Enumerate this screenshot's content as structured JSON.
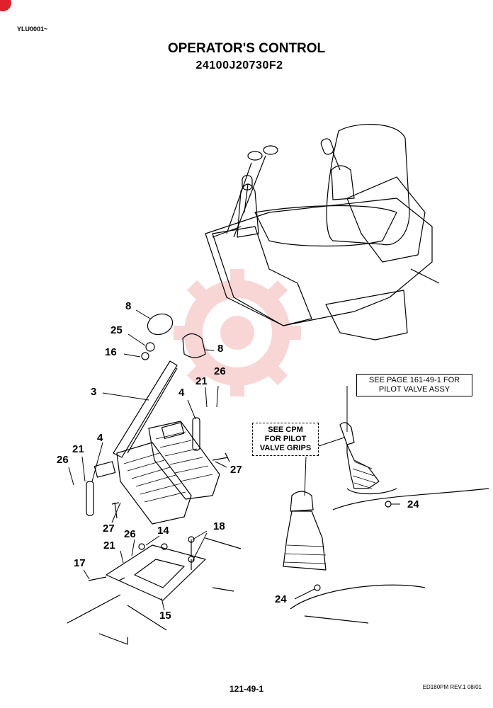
{
  "header": {
    "serial": "YLU0001~",
    "title": "OPERATOR'S CONTROL",
    "part_number": "24100J20730F2"
  },
  "notes": {
    "pilot_valve_assy": [
      "SEE PAGE 161-49-1 FOR",
      "PILOT VALVE ASSY"
    ],
    "pilot_valve_grips": [
      "SEE CPM",
      "FOR PILOT",
      "VALVE GRIPS"
    ]
  },
  "callouts": {
    "c8a": "8",
    "c25": "25",
    "c16": "16",
    "c8b": "8",
    "c3": "3",
    "c26a": "26",
    "c21a": "21",
    "c4a": "4",
    "c4b": "4",
    "c21b": "21",
    "c26b": "26",
    "c27a": "27",
    "c27b": "27",
    "c26c": "26",
    "c14": "14",
    "c18": "18",
    "c21c": "21",
    "c17": "17",
    "c15": "15",
    "c24a": "24",
    "c24b": "24"
  },
  "footer": {
    "page": "121-49-1",
    "revision": "ED180PM REV.1 08/01"
  },
  "colors": {
    "ink": "#000000",
    "watermark": "#f4b6b6",
    "badge": "#e0202a"
  }
}
